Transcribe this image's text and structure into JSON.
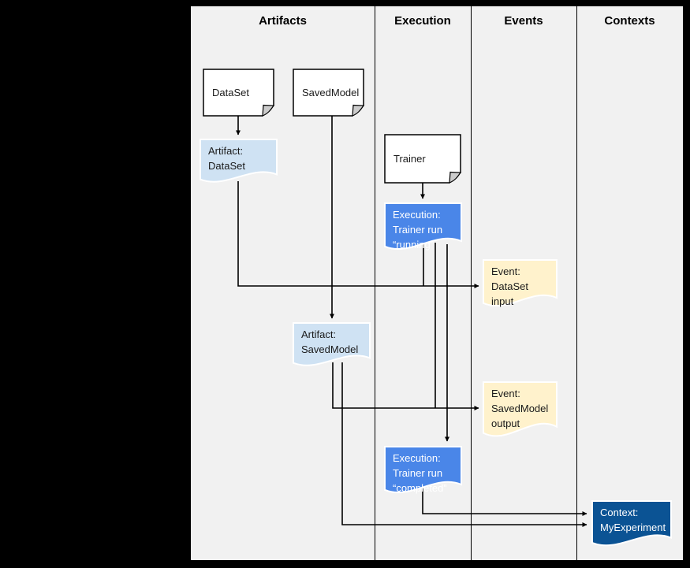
{
  "lanes": [
    {
      "title": "Artifacts"
    },
    {
      "title": "Execution"
    },
    {
      "title": "Events"
    },
    {
      "title": "Contexts"
    }
  ],
  "nodes": {
    "dataset": {
      "label": "DataSet"
    },
    "savedmodel": {
      "label": "SavedModel"
    },
    "trainer": {
      "label": "Trainer"
    },
    "artifact_dataset": {
      "label": "Artifact:\nDataSet"
    },
    "execution_running": {
      "label": "Execution:\nTrainer run\n“running”"
    },
    "event_dataset_input": {
      "label": "Event:\nDataSet input"
    },
    "artifact_savedmodel": {
      "label": "Artifact:\nSavedModel"
    },
    "event_savedmodel_output": {
      "label": "Event:\nSavedModel\noutput"
    },
    "execution_completed": {
      "label": "Execution:\nTrainer run\n“completed”"
    },
    "context_myexperiment": {
      "label": "Context:\nMyExperiment"
    }
  },
  "colors": {
    "canvas_bg": "#f1f1f1",
    "line": "#000000",
    "artifact_fill": "#cfe2f3",
    "execution_fill": "#4a86e8",
    "event_fill": "#fff2cc",
    "context_fill": "#0b5394"
  }
}
